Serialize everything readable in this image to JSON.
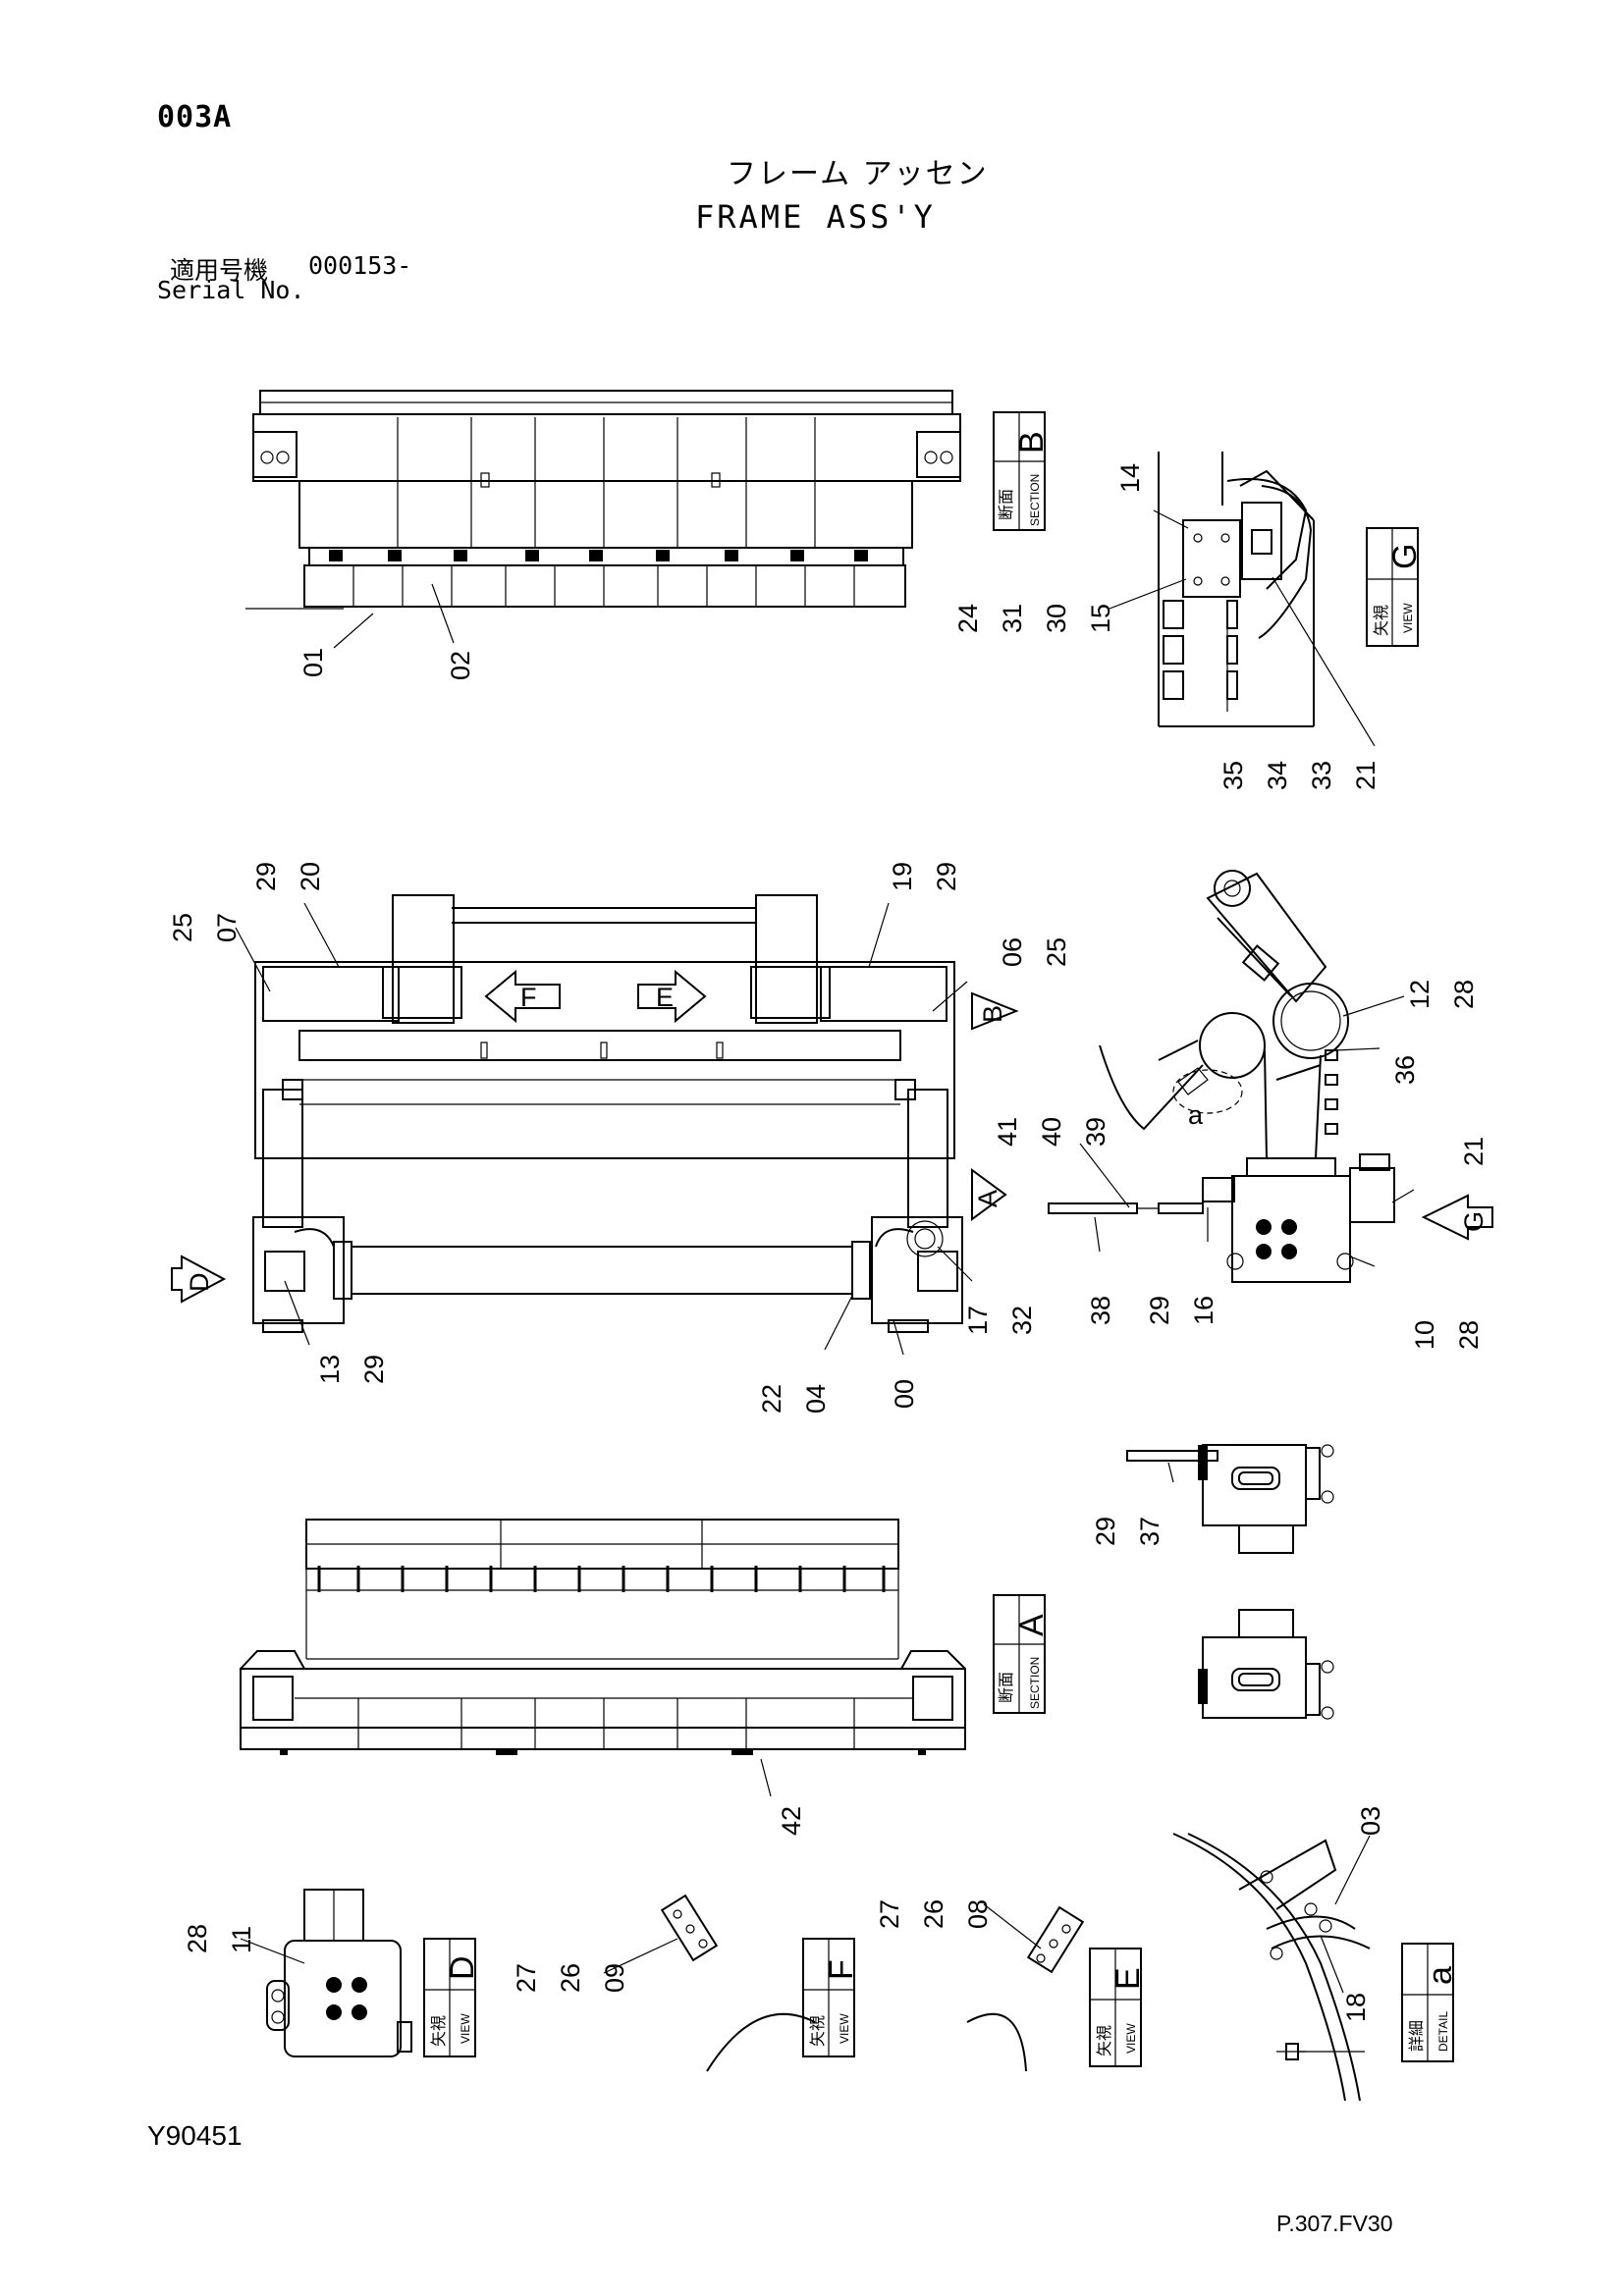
{
  "header": {
    "page_code": "003A",
    "title_jp": "フレーム アッセン",
    "title_en": "FRAME ASS'Y",
    "serial_label_jp": "適用号機",
    "serial_number": "000153-",
    "serial_label_en": "Serial No."
  },
  "footer": {
    "drawing_id": "Y90451",
    "page_ref": "P.307.FV30"
  },
  "view_tags": {
    "section_b": {
      "jp": "断面",
      "en": "SECTION",
      "letter": "B"
    },
    "view_g": {
      "jp": "矢視",
      "en": "VIEW",
      "letter": "G"
    },
    "section_a": {
      "jp": "断面",
      "en": "SECTION",
      "letter": "A"
    },
    "view_d": {
      "jp": "矢視",
      "en": "VIEW",
      "letter": "D"
    },
    "view_f": {
      "jp": "矢視",
      "en": "VIEW",
      "letter": "F"
    },
    "view_e": {
      "jp": "矢視",
      "en": "VIEW",
      "letter": "E"
    },
    "detail_a": {
      "jp": "詳細",
      "en": "DETAIL",
      "letter": "a"
    }
  },
  "arrows": {
    "f": "F",
    "e": "E",
    "b": "B",
    "a": "A",
    "d": "D",
    "g": "G",
    "detail": "a"
  },
  "callouts": {
    "c01": "01",
    "c02": "02",
    "c14": "14",
    "c24": "24",
    "c31": "31",
    "c30": "30",
    "c15": "15",
    "c35": "35",
    "c34": "34",
    "c33": "33",
    "c21a": "21",
    "c25a": "25",
    "c07": "07",
    "c29a": "29",
    "c20": "20",
    "c19": "19",
    "c29b": "29",
    "c06": "06",
    "c25b": "25",
    "c12": "12",
    "c28a": "28",
    "c36": "36",
    "c41": "41",
    "c40": "40",
    "c39": "39",
    "c21b": "21",
    "c17": "17",
    "c32": "32",
    "c38": "38",
    "c29c": "29",
    "c16": "16",
    "c10": "10",
    "c28b": "28",
    "c13": "13",
    "c29d": "29",
    "c22": "22",
    "c04": "04",
    "c00": "00",
    "c29e": "29",
    "c37": "37",
    "c42": "42",
    "c28c": "28",
    "c11": "11",
    "c27a": "27",
    "c26a": "26",
    "c09": "09",
    "c27b": "27",
    "c26b": "26",
    "c08": "08",
    "c03": "03",
    "c18": "18"
  }
}
